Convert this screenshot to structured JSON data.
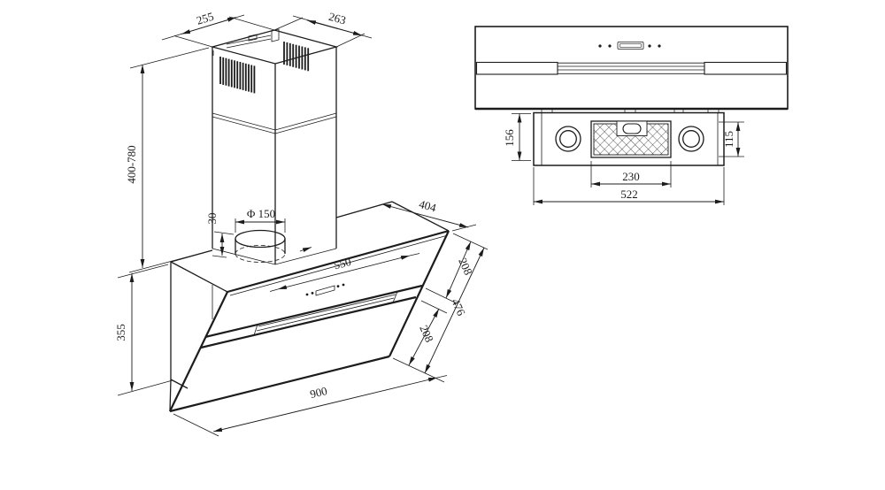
{
  "page": {
    "background": "#ffffff",
    "ink": "#1c1c1c",
    "description": "Technical dimension drawing of angled wall-mounted range hood, isometric view with chimney plus front and bottom orthographic views"
  },
  "isometric_view": {
    "dimensions": {
      "chimney_top_width": "255",
      "chimney_top_depth": "263",
      "chimney_height_range": "400-780",
      "duct_collar_height": "30",
      "duct_diameter": "Φ 150",
      "top_edge_width": "550",
      "hood_depth": "404",
      "panel_upper_section": "208",
      "panel_middle_section": "476",
      "panel_lower_section": "208",
      "body_height": "355",
      "hood_width": "900"
    }
  },
  "front_view": {
    "features": {
      "control_display": "display-window",
      "control_dots": "touch-buttons",
      "trim_band": "recessed-grip-band"
    }
  },
  "bottom_view": {
    "dimensions": {
      "housing_depth": "156",
      "filter_depth": "115",
      "filter_width": "230",
      "housing_width": "522"
    },
    "features": {
      "left_lamp": "round-lamp",
      "right_lamp": "round-lamp",
      "grease_filter": "mesh-filter",
      "filter_handle": "pull-handle"
    }
  }
}
